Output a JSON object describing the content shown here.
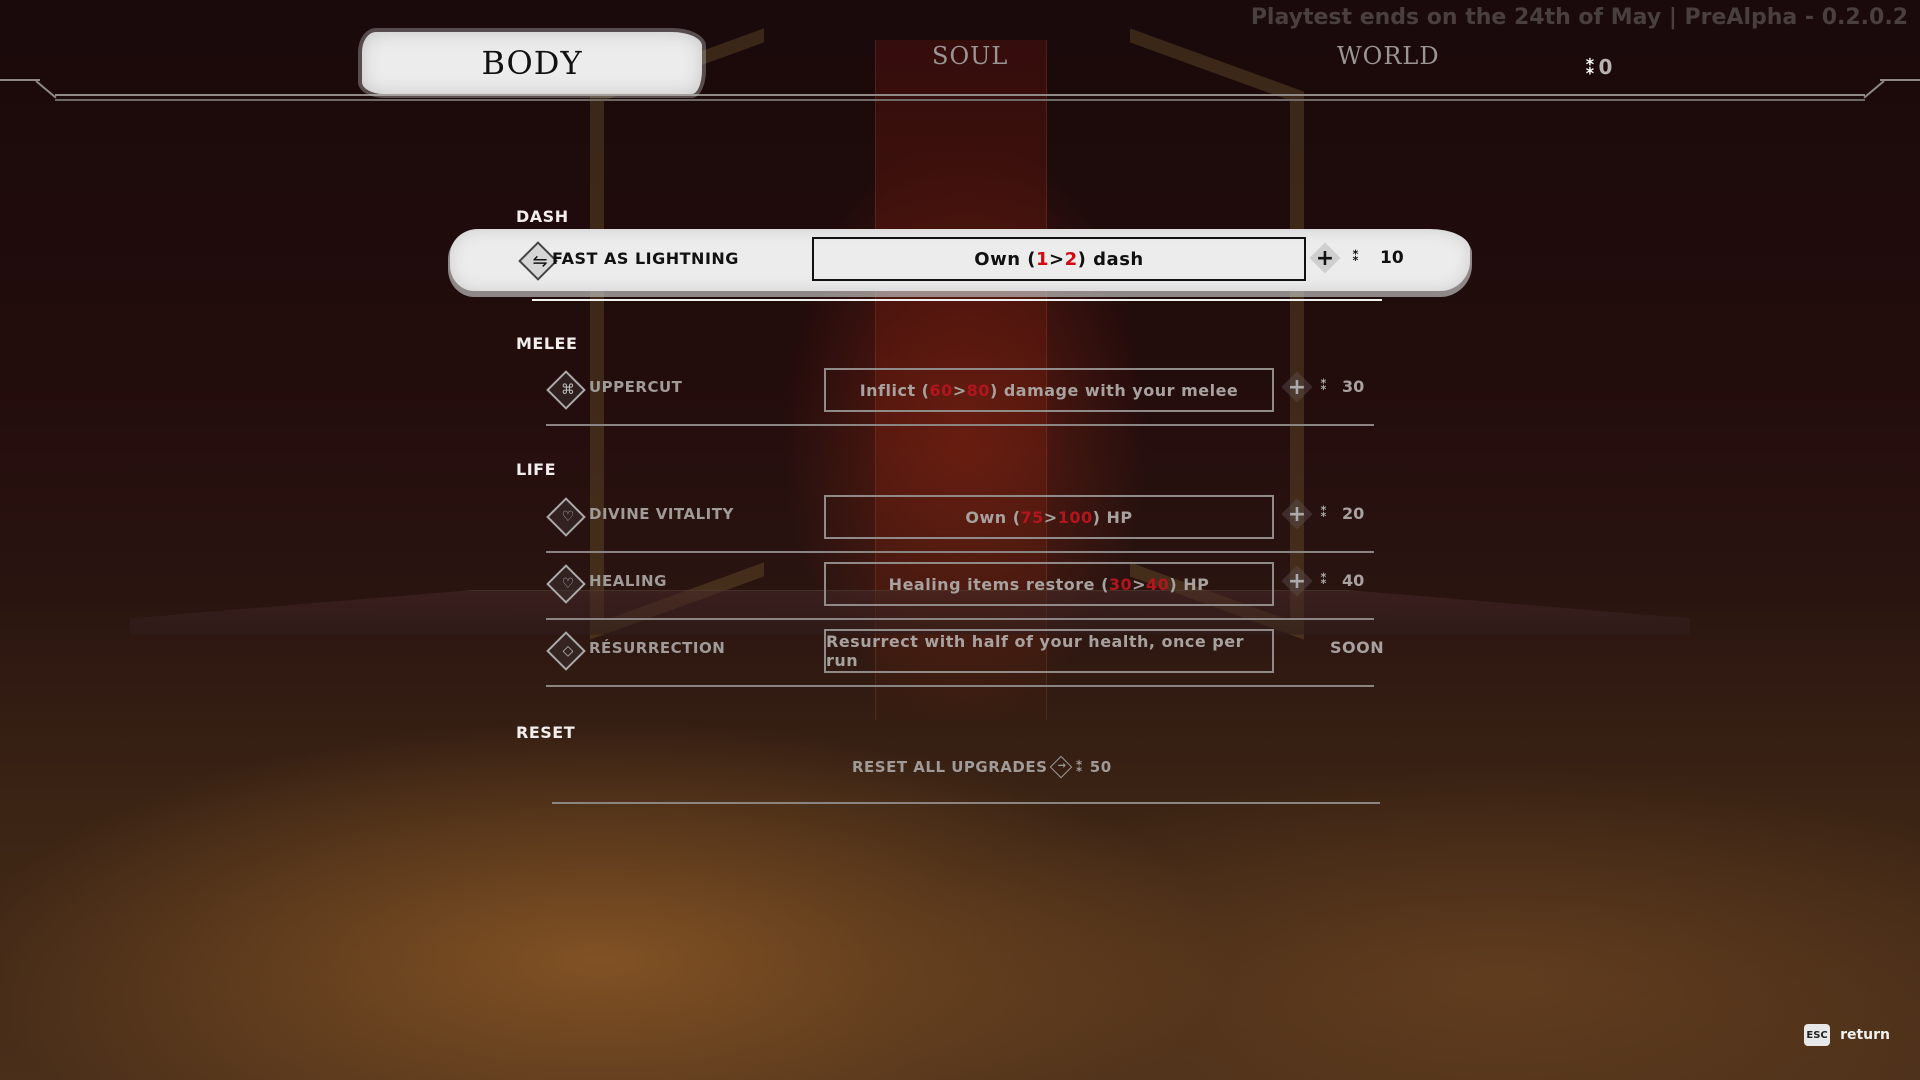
{
  "header": {
    "playtest_notice": "Playtest ends on the 24th of May | PreAlpha - 0.2.0.2",
    "tabs": [
      {
        "label": "BODY",
        "active": true
      },
      {
        "label": "SOUL",
        "active": false
      },
      {
        "label": "WORLD",
        "active": false
      }
    ],
    "currency": {
      "icon": "soul-gem-icon",
      "amount": "0"
    }
  },
  "sections": [
    {
      "title": "DASH",
      "upgrades": [
        {
          "name": "FAST AS LIGHTNING",
          "icon": "dash-arrows-icon",
          "desc_prefix": "Own (",
          "from": "1",
          "sep": " > ",
          "to": "2",
          "desc_suffix": ") dash",
          "cost": "10",
          "status": "available",
          "selected": true
        }
      ]
    },
    {
      "title": "MELEE",
      "upgrades": [
        {
          "name": "UPPERCUT",
          "icon": "uppercut-icon",
          "desc_prefix": "Inflict (",
          "from": "60",
          "sep": " > ",
          "to": "80",
          "desc_suffix": ") damage with your melee",
          "cost": "30",
          "status": "available",
          "selected": false
        }
      ]
    },
    {
      "title": "LIFE",
      "upgrades": [
        {
          "name": "DIVINE VITALITY",
          "icon": "heart-icon",
          "desc_prefix": "Own (",
          "from": "75",
          "sep": " > ",
          "to": "100",
          "desc_suffix": ") HP",
          "cost": "20",
          "status": "available",
          "selected": false
        },
        {
          "name": "HEALING",
          "icon": "heart-icon",
          "desc_prefix": "Healing items restore (",
          "from": "30",
          "sep": " > ",
          "to": "40",
          "desc_suffix": ") HP",
          "cost": "40",
          "status": "available",
          "selected": false
        },
        {
          "name": "RÉSURRECTION",
          "icon": "resurrection-icon",
          "desc": "Resurrect with half of your health, once per run",
          "status_label": "SOON",
          "status": "locked",
          "selected": false
        }
      ]
    },
    {
      "title": "RESET",
      "reset": {
        "label": "RESET ALL UPGRADES",
        "cost": "50"
      }
    }
  ],
  "footer": {
    "key": "ESC",
    "label": "return"
  },
  "colors": {
    "highlight_red": "#d10a12",
    "text_muted": "#a7a2a0",
    "active_bg": "#ececec"
  }
}
